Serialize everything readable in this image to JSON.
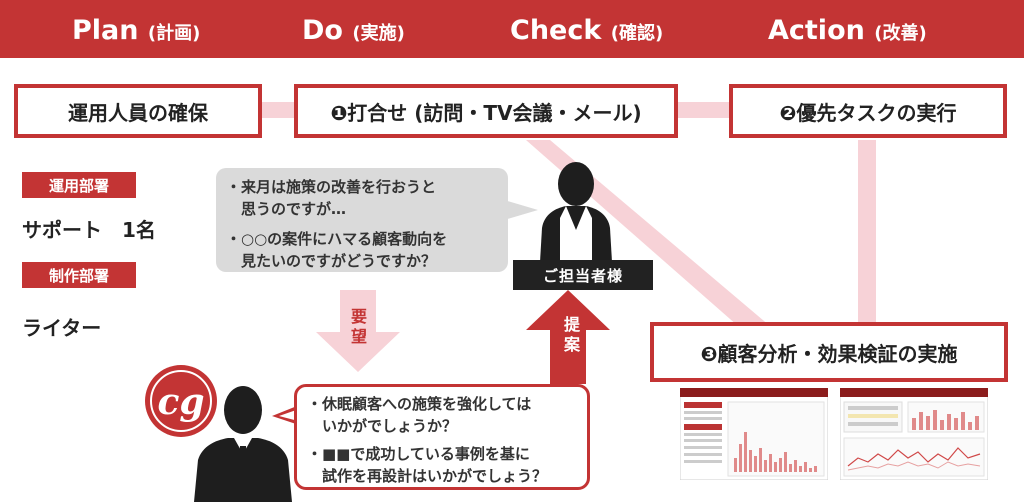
{
  "phases": [
    {
      "main": "Plan",
      "sub": "(計画)"
    },
    {
      "main": "Do",
      "sub": "(実施)"
    },
    {
      "main": "Check",
      "sub": "(確認)"
    },
    {
      "main": "Action",
      "sub": "(改善)"
    }
  ],
  "steps": {
    "staffing": "運用人員の確保",
    "meeting": "❶打合せ (訪問・TV会議・メール)",
    "execute": "❷優先タスクの実行",
    "analysis": "❸顧客分析・効果検証の実施"
  },
  "departments": {
    "operations_tag": "運用部署",
    "operations_value": "サポート　1名",
    "production_tag": "制作部署",
    "production_value": "ライター"
  },
  "client_bubble": {
    "line1": "・来月は施策の改善を行おうと",
    "line2": "　思うのですが…",
    "line3": "・○○の案件にハマる顧客動向を",
    "line4": "　見たいのですがどうですか？"
  },
  "client_label": "ご担当者様",
  "request_label": "要望",
  "proposal_label": "提案",
  "agency_bubble": {
    "line1": "・休眠顧客への施策を強化しては",
    "line2": "　いかがでしょうか？",
    "line3": "・■■で成功している事例を基に",
    "line4": "　試作を再設計はいかがでしょう？"
  },
  "colors": {
    "brand_red": "#c33434",
    "band_pink": "#f7d2d7",
    "bubble_grey": "#dadada"
  }
}
